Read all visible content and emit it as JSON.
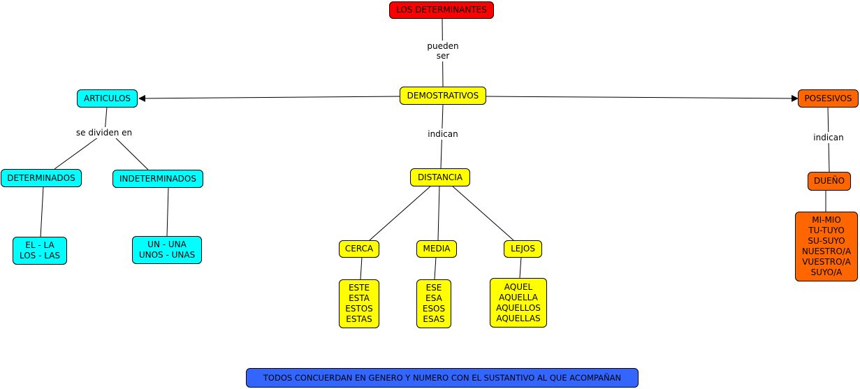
{
  "colors": {
    "root": "#ff0000",
    "articulos": "#00ffff",
    "demostrativos": "#ffff00",
    "posesivos": "#ff6600",
    "note": "#3366ff"
  },
  "nodes": {
    "root": "LOS DETERMINANTES",
    "articulos": "ARTICULOS",
    "demostrativos": "DEMOSTRATIVOS",
    "posesivos": "POSESIVOS",
    "determinados": "DETERMINADOS",
    "indeterminados": "INDETERMINADOS",
    "distancia": "DISTANCIA",
    "dueno": "DUEÑO",
    "cerca": "CERCA",
    "media": "MEDIA",
    "lejos": "LEJOS",
    "det_list": [
      "EL - LA",
      "LOS - LAS"
    ],
    "indet_list": [
      "UN - UNA",
      "UNOS - UNAS"
    ],
    "cerca_list": [
      "ESTE",
      "ESTA",
      "ESTOS",
      "ESTAS"
    ],
    "media_list": [
      "ESE",
      "ESA",
      "ESOS",
      "ESAS"
    ],
    "lejos_list": [
      "AQUEL",
      "AQUELLA",
      "AQUELLOS",
      "AQUELLAS"
    ],
    "dueno_list": [
      "MI-MIO",
      "TU-TUYO",
      "SU-SUYO",
      "NUESTRO/A",
      "VUESTRO/A",
      "SUYO/A"
    ],
    "note": "TODOS CONCUERDAN EN GENERO Y NUMERO CON EL SUSTANTIVO AL QUE ACOMPAÑAN"
  },
  "links": {
    "pueden_ser": [
      "pueden",
      "ser"
    ],
    "se_dividen_en": "se dividen en",
    "indican_demo": "indican",
    "indican_pos": "indican"
  }
}
